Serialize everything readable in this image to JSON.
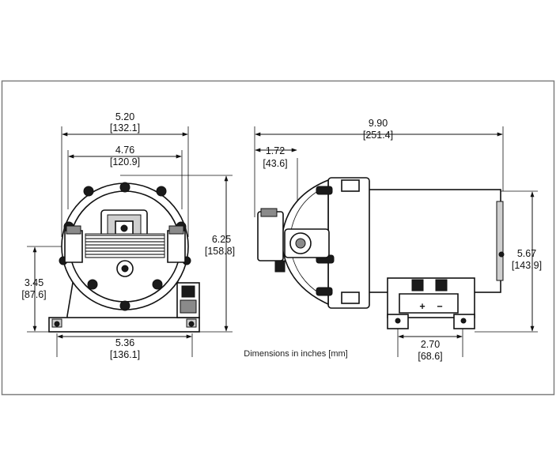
{
  "front_view": {
    "overall_width": {
      "in": "5.20",
      "mm": "[132.1]"
    },
    "mount_width": {
      "in": "4.76",
      "mm": "[120.9]"
    },
    "height": {
      "in": "6.25",
      "mm": "[158.8]"
    },
    "port_height": {
      "in": "3.45",
      "mm": "[87.6]"
    },
    "base_width": {
      "in": "5.36",
      "mm": "[136.1]"
    }
  },
  "side_view": {
    "overall_length": {
      "in": "9.90",
      "mm": "[251.4]"
    },
    "port_offset": {
      "in": "1.72",
      "mm": "[43.6]"
    },
    "height": {
      "in": "5.67",
      "mm": "[143.9]"
    },
    "foot_spacing": {
      "in": "2.70",
      "mm": "[68.6]"
    }
  },
  "caption": "Dimensions in inches [mm]",
  "terminal_labels": {
    "positive": "+",
    "negative": "−"
  },
  "colors": {
    "line": "#111111",
    "frame": "#7f7f7f",
    "background": "#ffffff"
  }
}
